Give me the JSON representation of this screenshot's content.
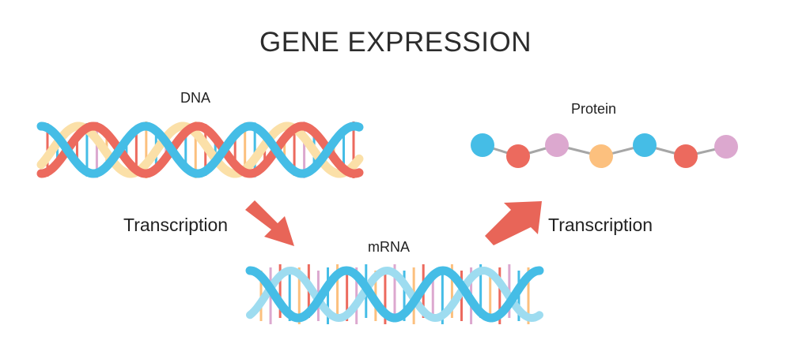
{
  "title": "GENE EXPRESSION",
  "labels": {
    "dna": "DNA",
    "mrna": "mRNA",
    "protein": "Protein"
  },
  "steps": {
    "first": "Transcription",
    "second": "Transcription"
  },
  "image_id": "510881118",
  "colors": {
    "blue": "#45bde6",
    "light_blue": "#9edcf0",
    "red": "#ec6a5e",
    "yellow": "#fbe0a8",
    "orange": "#fcc07e",
    "pink": "#dca8cf",
    "gray_link": "#a6a6a6",
    "arrow": "#e86558",
    "text": "#222222"
  },
  "protein_chain": [
    "blue",
    "red",
    "pink",
    "orange",
    "blue",
    "red",
    "pink"
  ],
  "dna_rungs": [
    "red",
    "blue",
    "orange",
    "red",
    "blue",
    "pink",
    "orange",
    "red",
    "blue",
    "red",
    "orange",
    "blue",
    "pink",
    "red",
    "blue",
    "orange",
    "red",
    "blue",
    "pink",
    "red",
    "orange",
    "blue",
    "red",
    "blue",
    "orange",
    "red",
    "pink",
    "blue",
    "red",
    "orange",
    "blue",
    "red"
  ],
  "mrna_rungs": [
    "orange",
    "pink",
    "red",
    "blue",
    "orange",
    "red",
    "pink",
    "blue",
    "orange",
    "red",
    "pink",
    "blue",
    "orange",
    "red",
    "pink",
    "blue",
    "orange",
    "red",
    "pink",
    "blue",
    "orange",
    "red",
    "pink",
    "blue",
    "orange",
    "red",
    "pink",
    "blue",
    "orange"
  ]
}
